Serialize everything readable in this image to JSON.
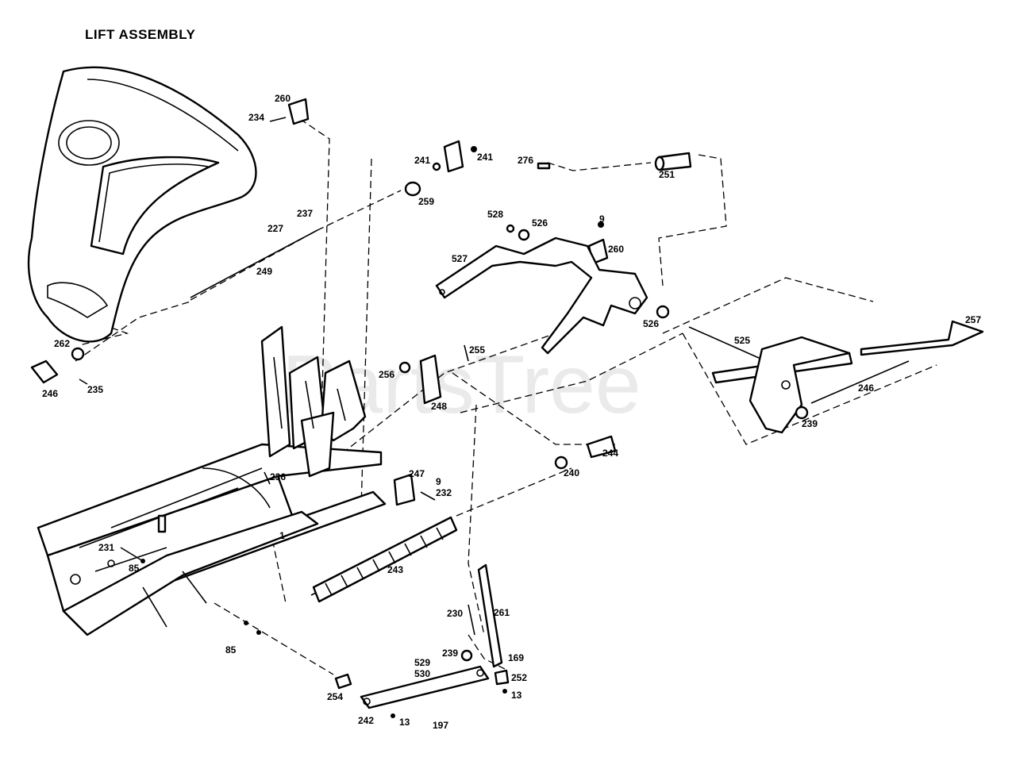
{
  "title": "LIFT ASSEMBLY",
  "watermark": "PartsTree",
  "labels": [
    {
      "id": "l260a",
      "text": "260"
    },
    {
      "id": "l234",
      "text": "234"
    },
    {
      "id": "l241a",
      "text": "241"
    },
    {
      "id": "l241b",
      "text": "241"
    },
    {
      "id": "l276",
      "text": "276"
    },
    {
      "id": "l251a",
      "text": "251"
    },
    {
      "id": "l259",
      "text": "259"
    },
    {
      "id": "l237",
      "text": "237"
    },
    {
      "id": "l227",
      "text": "227"
    },
    {
      "id": "l249",
      "text": "249"
    },
    {
      "id": "l528",
      "text": "528"
    },
    {
      "id": "l526a",
      "text": "526"
    },
    {
      "id": "l9a",
      "text": "9"
    },
    {
      "id": "l260b",
      "text": "260"
    },
    {
      "id": "l527",
      "text": "527"
    },
    {
      "id": "l526b",
      "text": "526"
    },
    {
      "id": "l257",
      "text": "257"
    },
    {
      "id": "l525",
      "text": "525"
    },
    {
      "id": "l262",
      "text": "262"
    },
    {
      "id": "l246a",
      "text": "246"
    },
    {
      "id": "l235",
      "text": "235"
    },
    {
      "id": "l255",
      "text": "255"
    },
    {
      "id": "l256",
      "text": "256"
    },
    {
      "id": "l248",
      "text": "248"
    },
    {
      "id": "l246b",
      "text": "246"
    },
    {
      "id": "l239a",
      "text": "239"
    },
    {
      "id": "l244",
      "text": "244"
    },
    {
      "id": "l240",
      "text": "240"
    },
    {
      "id": "l236",
      "text": "236"
    },
    {
      "id": "l247",
      "text": "247"
    },
    {
      "id": "l9b",
      "text": "9"
    },
    {
      "id": "l232",
      "text": "232"
    },
    {
      "id": "l1",
      "text": "1"
    },
    {
      "id": "l231",
      "text": "231"
    },
    {
      "id": "l85a",
      "text": "85"
    },
    {
      "id": "l243",
      "text": "243"
    },
    {
      "id": "l230",
      "text": "230"
    },
    {
      "id": "l261",
      "text": "261"
    },
    {
      "id": "l85b",
      "text": "85"
    },
    {
      "id": "l239b",
      "text": "239"
    },
    {
      "id": "l169",
      "text": "169"
    },
    {
      "id": "l529",
      "text": "529"
    },
    {
      "id": "l530",
      "text": "530"
    },
    {
      "id": "l252",
      "text": "252"
    },
    {
      "id": "l13a",
      "text": "13"
    },
    {
      "id": "l254",
      "text": "254"
    },
    {
      "id": "l242",
      "text": "242"
    },
    {
      "id": "l13b",
      "text": "13"
    },
    {
      "id": "l197",
      "text": "197"
    }
  ]
}
